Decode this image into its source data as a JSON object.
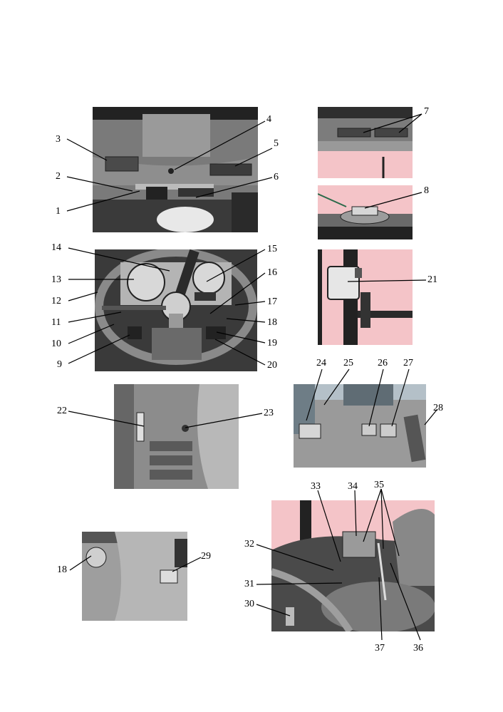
{
  "colors": {
    "pink": "#f4c4c8",
    "gray": "#8a8a8a",
    "dark": "#2a2a2a"
  },
  "photos": [
    "photo-dashboard-overhead",
    "photo-roof-vents",
    "photo-roof-hatch",
    "photo-steering-instruments",
    "photo-side-monitor",
    "photo-floor-pedal",
    "photo-pedals",
    "photo-column-detail",
    "photo-seat-controls"
  ],
  "callouts": [
    "1",
    "2",
    "3",
    "4",
    "5",
    "6",
    "7",
    "8",
    "9",
    "10",
    "11",
    "12",
    "13",
    "14",
    "15",
    "16",
    "17",
    "18",
    "19",
    "20",
    "21",
    "22",
    "23",
    "24",
    "25",
    "26",
    "27",
    "28",
    "18",
    "29",
    "30",
    "31",
    "32",
    "33",
    "34",
    "35",
    "36",
    "37"
  ]
}
